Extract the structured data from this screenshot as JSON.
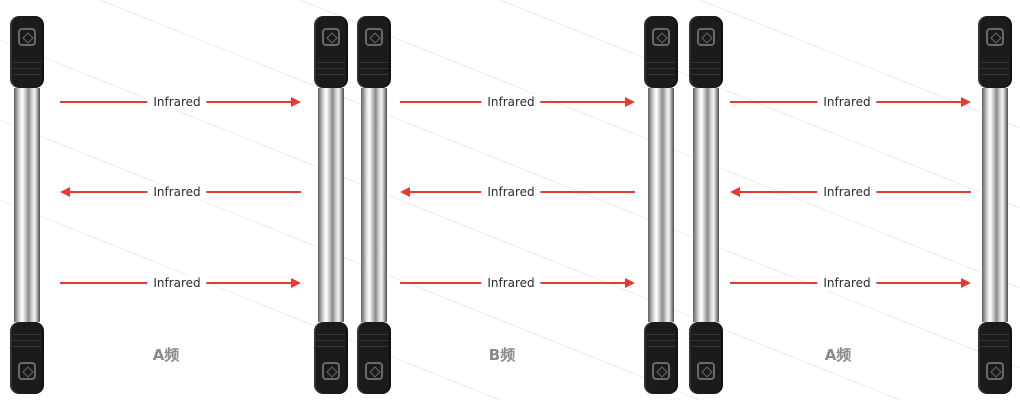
{
  "arrow_label": "Infrared",
  "zones": [
    {
      "label": "A频",
      "arrows": [
        "right",
        "left",
        "right"
      ]
    },
    {
      "label": "B频",
      "arrows": [
        "right",
        "left",
        "right"
      ]
    },
    {
      "label": "A频",
      "arrows": [
        "right",
        "left",
        "right"
      ]
    }
  ],
  "colors": {
    "arrow": "#e53935",
    "cap": "#1b1b1b",
    "label": "#8a8a8a"
  },
  "icons": {
    "cap_logo": "shield-logo-icon"
  }
}
